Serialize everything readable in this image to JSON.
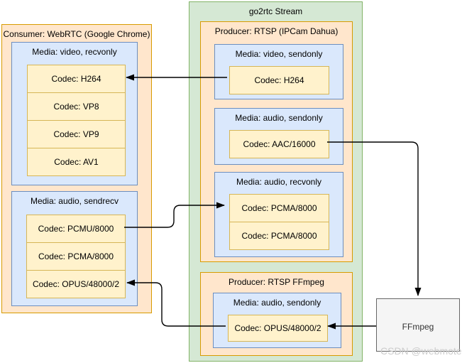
{
  "stream": {
    "title": "go2rtc Stream",
    "producers": [
      {
        "title": "Producer: RTSP (IPCam Dahua)",
        "medias": [
          {
            "title": "Media: video, sendonly",
            "codecs": [
              "Codec: H264"
            ]
          },
          {
            "title": "Media: audio, sendonly",
            "codecs": [
              "Codec: AAC/16000"
            ]
          },
          {
            "title": "Media: audio, recvonly",
            "codecs": [
              "Codec: PCMA/8000",
              "Codec: PCMA/8000"
            ]
          }
        ]
      },
      {
        "title": "Producer: RTSP FFmpeg",
        "medias": [
          {
            "title": "Media: audio, sendonly",
            "codecs": [
              "Codec: OPUS/48000/2"
            ]
          }
        ]
      }
    ]
  },
  "consumer": {
    "title": "Consumer: WebRTC (Google Chrome)",
    "medias": [
      {
        "title": "Media: video, recvonly",
        "codecs": [
          "Codec: H264",
          "Codec: VP8",
          "Codec: VP9",
          "Codec: AV1"
        ]
      },
      {
        "title": "Media: audio, sendrecv",
        "codecs": [
          "Codec: PCMU/8000",
          "Codec: PCMA/8000",
          "Codec: OPUS/48000/2"
        ]
      }
    ]
  },
  "ffmpeg": {
    "label": "FFmpeg"
  },
  "watermark": "CSDN @webmote",
  "arrows": [
    "producer-h264-to-consumer-h264",
    "consumer-pcmu-to-producer-pcma",
    "producer-aac-to-ffmpeg",
    "ffmpeg-to-producer-opus",
    "producer-opus-to-consumer-opus"
  ],
  "palette": {
    "green_fill": "#d5e8d4",
    "green_stroke": "#82b366",
    "orange_fill": "#ffe6cc",
    "orange_stroke": "#d79b00",
    "blue_fill": "#dae8fc",
    "blue_stroke": "#6c8ebf",
    "yellow_fill": "#fff2cc",
    "yellow_stroke": "#d6b656",
    "gray_fill": "#f5f5f5",
    "gray_stroke": "#666666",
    "arrow_color": "#000000",
    "watermark_color": "#cccccc"
  }
}
